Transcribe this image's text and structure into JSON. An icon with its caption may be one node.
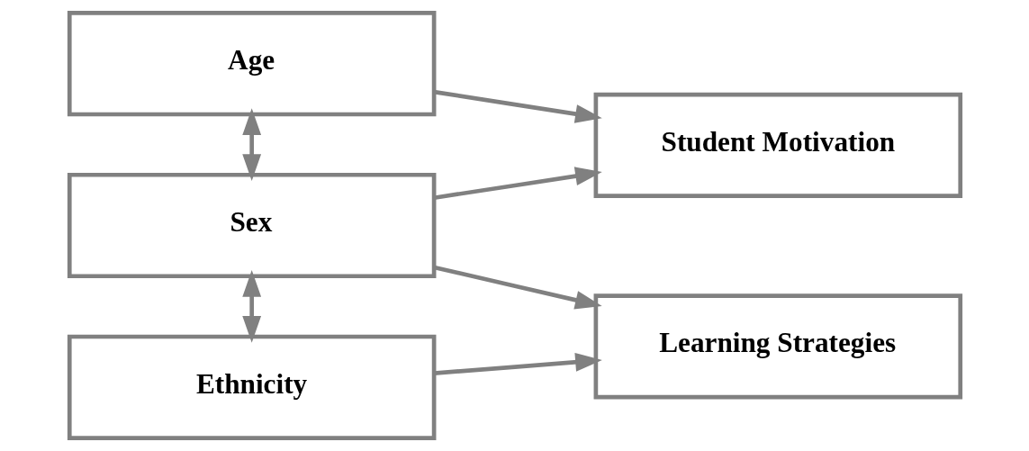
{
  "diagram": {
    "nodes": [
      {
        "text": [
          "Age"
        ]
      },
      {
        "text": [
          "Sex"
        ]
      },
      {
        "text": [
          "Ethnicity"
        ]
      },
      {
        "text": [
          "Student Motivation"
        ]
      },
      {
        "text": [
          "Learning Strategies"
        ]
      }
    ],
    "edges": [
      {
        "from": 0,
        "to": 1,
        "arrow": "both"
      },
      {
        "from": 1,
        "to": 2,
        "arrow": "both"
      },
      {
        "from": 1,
        "to": 3,
        "arrow": "to"
      },
      {
        "from": 1,
        "to": 4,
        "arrow": "to"
      },
      {
        "from": 0,
        "to": 3,
        "arrow": "to"
      },
      {
        "from": 2,
        "to": 4,
        "arrow": "to"
      }
    ]
  }
}
